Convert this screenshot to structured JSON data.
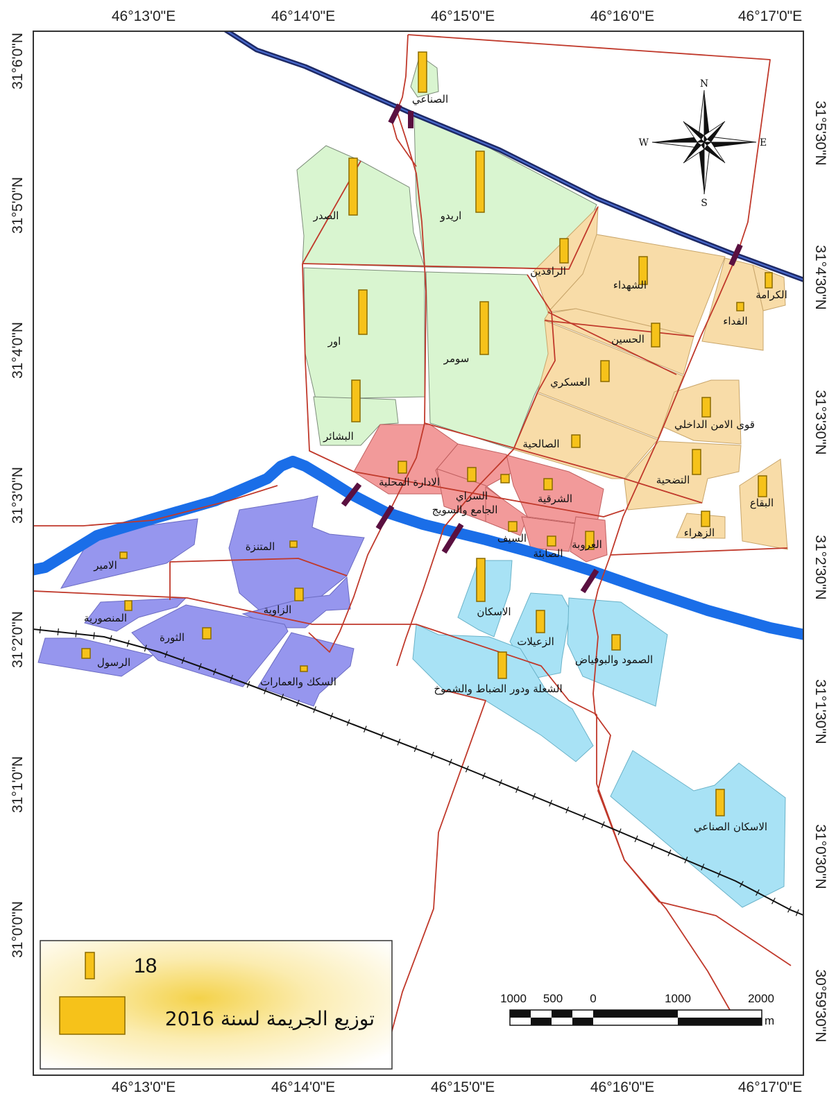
{
  "coords": {
    "lon": [
      "46°13'0\"E",
      "46°14'0\"E",
      "46°15'0\"E",
      "46°16'0\"E",
      "46°17'0\"E"
    ],
    "lat_left": [
      "31°6'0\"N",
      "31°5'0\"N",
      "31°4'0\"N",
      "31°3'0\"N",
      "31°2'0\"N",
      "31°1'0\"N",
      "31°0'0\"N"
    ],
    "lat_right": [
      "31°5'30\"N",
      "31°4'30\"N",
      "31°3'30\"N",
      "31°2'30\"N",
      "31°1'30\"N",
      "31°0'30\"N",
      "30°59'30\"N"
    ]
  },
  "districts": {
    "sinaai": "الصناعي",
    "sadr": "الصدر",
    "aridu": "اريدو",
    "ur": "اور",
    "sumer": "سومر",
    "bashair": "البشائر",
    "rafidain": "الرافدين",
    "shuhada": "الشهداء",
    "karama": "الكرامة",
    "fidaa": "الفداء",
    "hussein": "الحسين",
    "askari": "العسكري",
    "amn": "قوى الامن الداخلي",
    "salihiya": "الصالحية",
    "tadhiya": "التضحية",
    "baqaa": "البقاع",
    "zahraa": "الزهراء",
    "idara": "الادارة المحلية",
    "saray": "السراي",
    "jami": "الجامع والسويج",
    "sharqiya": "الشرقية",
    "sayf": "السيف",
    "sabiya": "الصابئة",
    "uruba": "العروبة",
    "amir": "الامير",
    "mutanazzah": "المتنزة",
    "zawiya": "الزاوية",
    "mansuriya": "المنصورية",
    "thawra": "الثورة",
    "rasul": "الرسول",
    "sikak": "السكك والعمارات",
    "iskan": "الاسكان",
    "zuailat": "الزعيلات",
    "sumud": "الصمود والبوفياض",
    "shula": "الشعلة ودور الضباط والشموخ",
    "iskan_sinaai": "الاسكان الصناعي"
  },
  "legend": {
    "value": "18",
    "title": "توزيع الجريمة لسنة 2016"
  },
  "scale": {
    "labels": [
      "1000",
      "500",
      "0",
      "1000",
      "2000"
    ],
    "unit": "m"
  },
  "compass": {
    "n": "N",
    "s": "S",
    "e": "E",
    "w": "W"
  },
  "colors": {
    "north_group": "#d9f5d0",
    "east_group": "#f8dca8",
    "center_group": "#f29a9a",
    "west_group": "#9696ee",
    "south_group": "#a8e2f5",
    "bar": "#f6c21a",
    "river": "#1a6ee8",
    "canal": "#1e2a66",
    "road": "#c0392b",
    "railway": "#111111",
    "bridge": "#5a1040"
  }
}
